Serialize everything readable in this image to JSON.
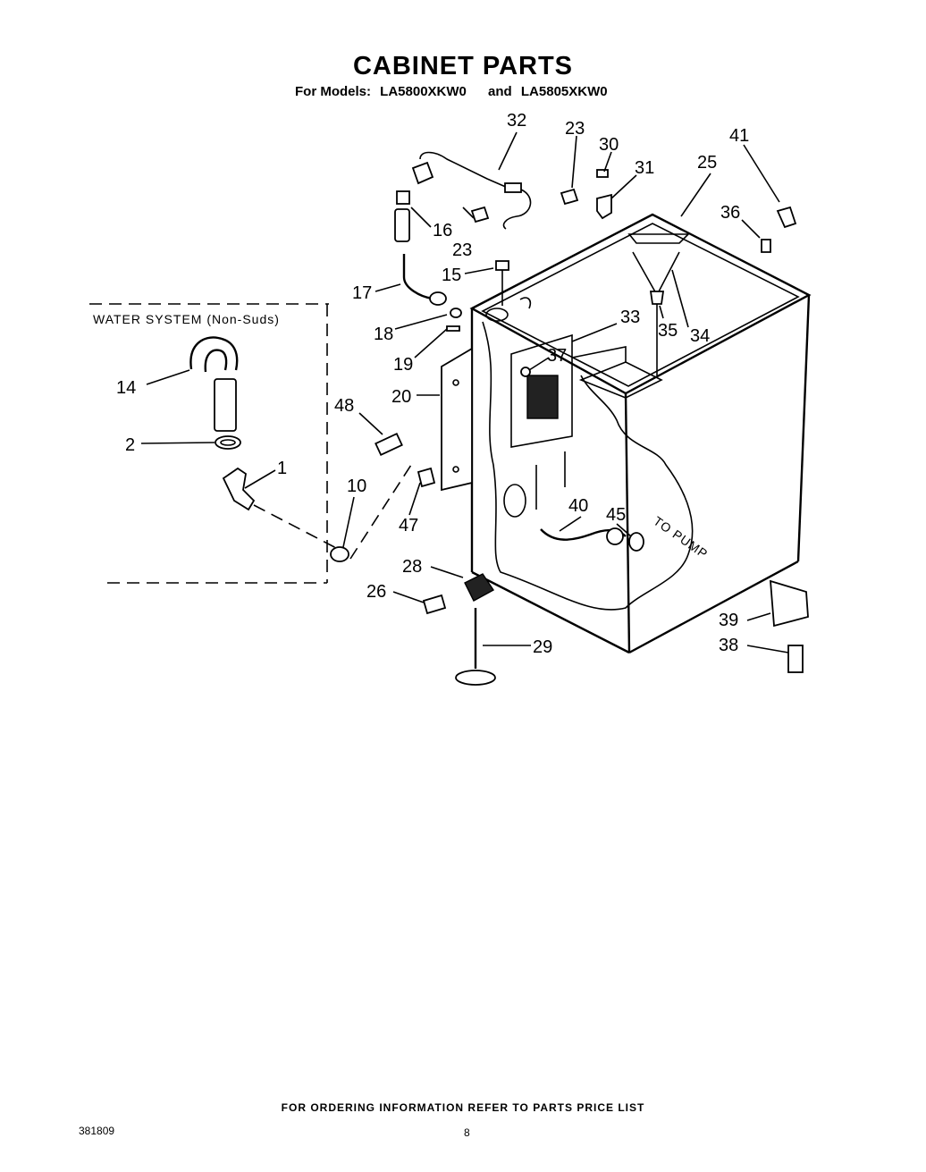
{
  "title": "CABINET PARTS",
  "subtitle": {
    "prefix": "For Models:",
    "model_a": "LA5800XKW0",
    "conj": "and",
    "model_b": "LA5805XKW0"
  },
  "inset_label": "WATER SYSTEM (Non-Suds)",
  "to_pump_label": "TO PUMP",
  "part_numbers": {
    "p1": "1",
    "p2": "2",
    "p10": "10",
    "p14": "14",
    "p15": "15",
    "p16": "16",
    "p17": "17",
    "p18": "18",
    "p19": "19",
    "p20": "20",
    "p23a": "23",
    "p23b": "23",
    "p25": "25",
    "p26": "26",
    "p28": "28",
    "p29": "29",
    "p30": "30",
    "p31": "31",
    "p32": "32",
    "p33": "33",
    "p34": "34",
    "p35": "35",
    "p36": "36",
    "p37": "37",
    "p38": "38",
    "p39": "39",
    "p40": "40",
    "p41": "41",
    "p45": "45",
    "p47": "47",
    "p48": "48"
  },
  "footer": "FOR ORDERING INFORMATION REFER TO PARTS PRICE LIST",
  "doc_number": "381809",
  "page_number": "8"
}
